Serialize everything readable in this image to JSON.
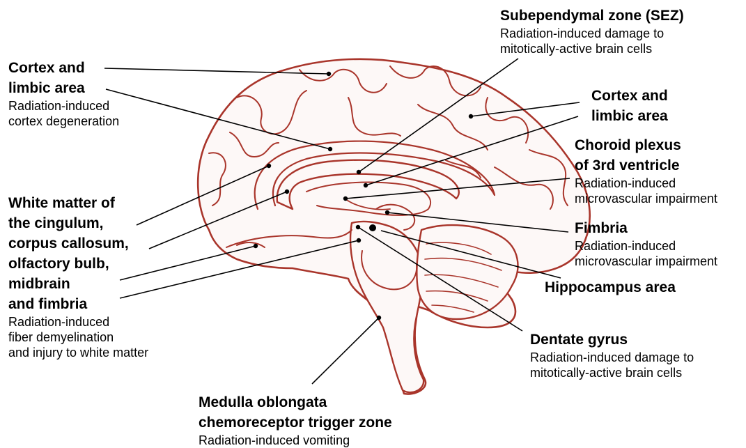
{
  "colors": {
    "brain_outline": "#a9352b",
    "brain_fill": "#fdf8f7",
    "leader_line": "#000000"
  },
  "labels": {
    "cortex_left": {
      "title": [
        "Cortex and",
        "limbic area"
      ],
      "desc": [
        "Radiation-induced",
        "cortex degeneration"
      ]
    },
    "white_matter": {
      "title": [
        "White matter of",
        "the cingulum,",
        "corpus callosum,",
        "olfactory bulb,",
        "midbrain",
        "and fimbria"
      ],
      "desc": [
        "Radiation-induced",
        "fiber demyelination",
        "and injury to white matter"
      ]
    },
    "medulla": {
      "title": [
        "Medulla oblongata",
        "chemoreceptor trigger zone"
      ],
      "desc": [
        "Radiation-induced vomiting"
      ]
    },
    "sez": {
      "title": [
        "Subependymal zone (SEZ)"
      ],
      "desc": [
        "Radiation-induced damage to",
        "mitotically-active brain cells"
      ]
    },
    "cortex_right": {
      "title": [
        "Cortex and",
        "limbic area"
      ],
      "desc": []
    },
    "choroid": {
      "title": [
        "Choroid plexus",
        "of 3rd ventricle"
      ],
      "desc": [
        "Radiation-induced",
        "microvascular impairment"
      ]
    },
    "fimbria": {
      "title": [
        "Fimbria"
      ],
      "desc": [
        "Radiation-induced",
        "microvascular impairment"
      ]
    },
    "hippocampus": {
      "title": [
        "Hippocampus area"
      ],
      "desc": []
    },
    "dentate": {
      "title": [
        "Dentate gyrus"
      ],
      "desc": [
        "Radiation-induced damage to",
        "mitotically-active brain cells"
      ]
    }
  }
}
